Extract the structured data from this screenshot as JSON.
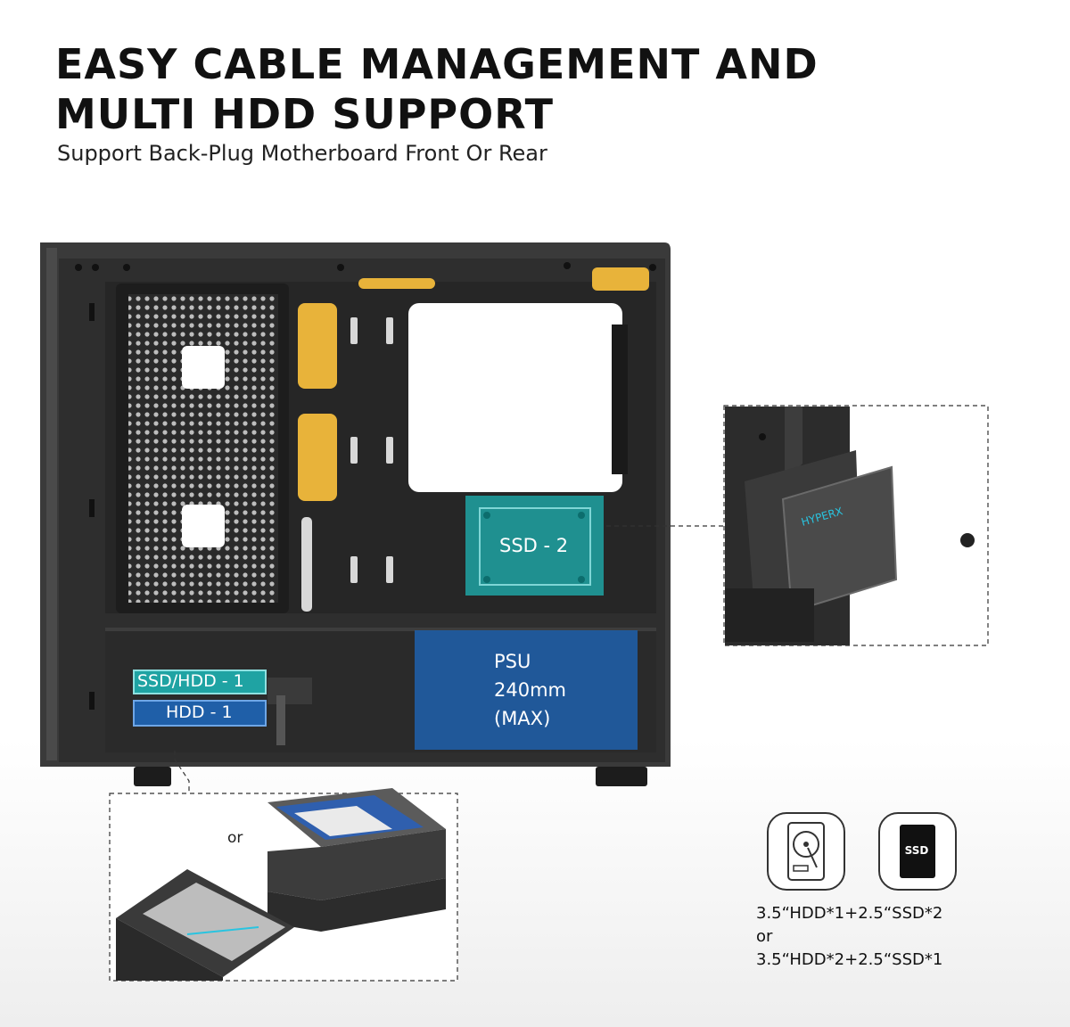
{
  "header": {
    "title_line1": "EASY CABLE MANAGEMENT AND",
    "title_line2": "MULTI HDD SUPPORT",
    "subtitle": "Support Back-Plug Motherboard Front Or Rear"
  },
  "labels": {
    "ssd2": "SSD - 2",
    "psu_line1": "PSU",
    "psu_line2": "240mm",
    "psu_line3": "(MAX)",
    "ssd_hdd1": "SSD/HDD - 1",
    "hdd1": "HDD - 1",
    "or": "or"
  },
  "icons": {
    "hdd": "hdd-icon",
    "ssd": "ssd-icon",
    "ssd_text": "SSD"
  },
  "config": {
    "option1": "3.5“HDD*1+2.5“SSD*2",
    "or": "or",
    "option2": "3.5“HDD*2+2.5“SSD*1"
  },
  "colors": {
    "teal_highlight": "#1fa3a3",
    "blue_highlight": "#1f5fa8",
    "yellow_grommet": "#e8b33a",
    "case_dark": "#2b2b2b"
  }
}
